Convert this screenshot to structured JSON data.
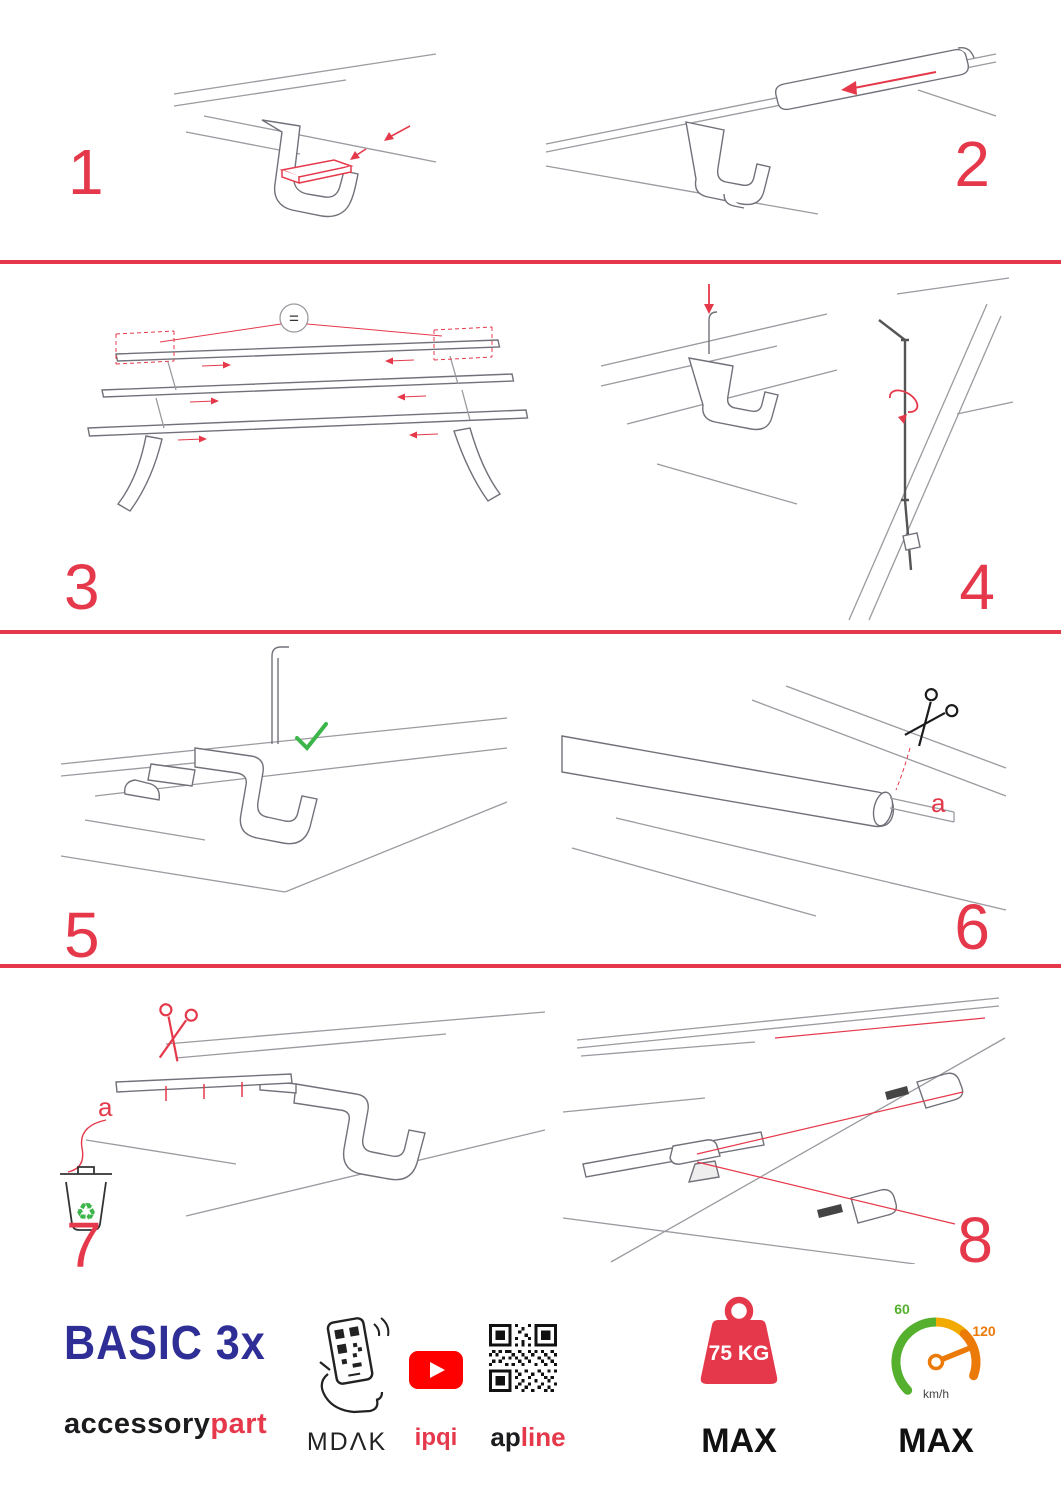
{
  "theme": {
    "accent": "#e5394b",
    "lineart": "#9a9aa0",
    "lineart_dark": "#71717a",
    "green": "#3cb54a",
    "navy": "#2e2e96",
    "ink": "#1c1c1e",
    "youtube_red": "#ff0000",
    "gauge_green": "#55b02e",
    "gauge_yellow": "#f2a900",
    "gauge_orange": "#ec7a08",
    "muted": "#555555"
  },
  "icons": {
    "recycle": "♻"
  },
  "steps": [
    {
      "number": "1"
    },
    {
      "number": "2"
    },
    {
      "number": "3",
      "equal_sign": "="
    },
    {
      "number": "4"
    },
    {
      "number": "5"
    },
    {
      "number": "6",
      "label_a": "a"
    },
    {
      "number": "7",
      "label_a": "a"
    },
    {
      "number": "8"
    }
  ],
  "footer": {
    "brand": {
      "title": "BASIC 3x",
      "sub_left": "accessory",
      "sub_right": "part"
    },
    "partners": {
      "mdak": "MDΛK",
      "ipqi": "ipqi",
      "apline_left": "ap",
      "apline_right": "line"
    },
    "weight": {
      "value": "75 KG",
      "max": "MAX"
    },
    "speed": {
      "low": "60",
      "high": "120",
      "unit": "km/h",
      "max": "MAX"
    }
  }
}
